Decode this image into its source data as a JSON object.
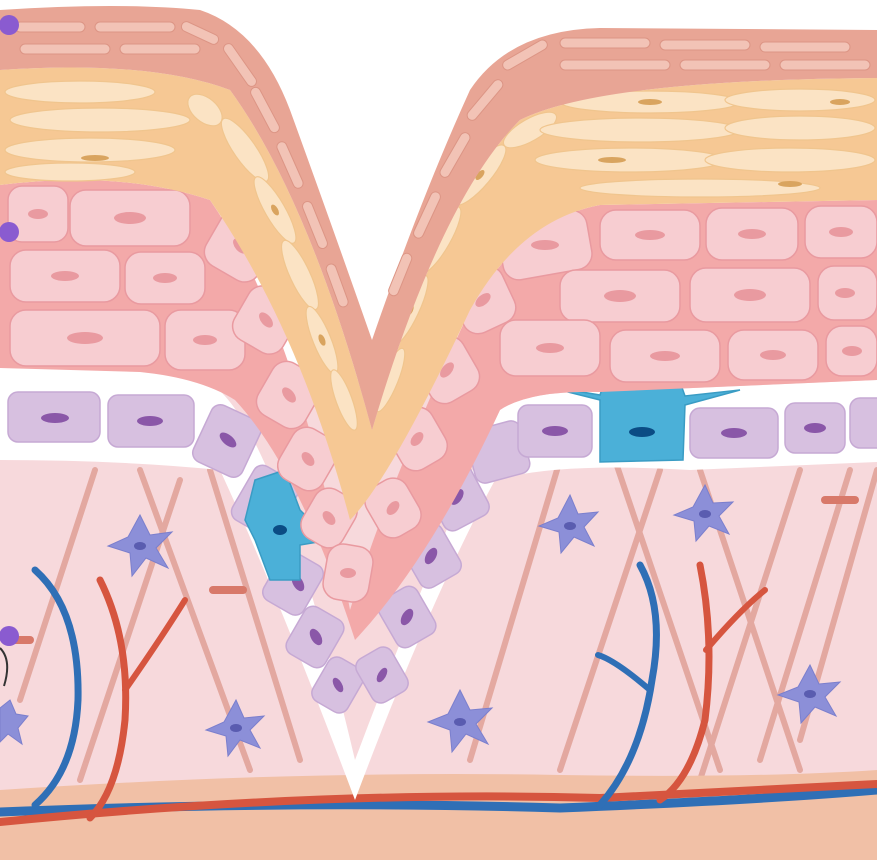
{
  "diagram": {
    "layers": [
      {
        "name": "stratum-corneum",
        "color": "#e8a595"
      },
      {
        "name": "stratum-granulosum",
        "color": "#f6c894"
      },
      {
        "name": "stratum-spinosum",
        "color": "#f3a9a9"
      },
      {
        "name": "stratum-basale",
        "color": "#d7c0e0"
      },
      {
        "name": "dermis",
        "color": "#f7d9dc"
      },
      {
        "name": "hypodermis",
        "color": "#f1c0a6"
      }
    ],
    "colors": {
      "marker": "#8a5bd0",
      "melanocyte": "#4bb0d8",
      "fibroblast": "#8c8fd8",
      "artery": "#d6553f",
      "vein": "#2f6fb6",
      "collagen": "#e1a39a"
    }
  }
}
